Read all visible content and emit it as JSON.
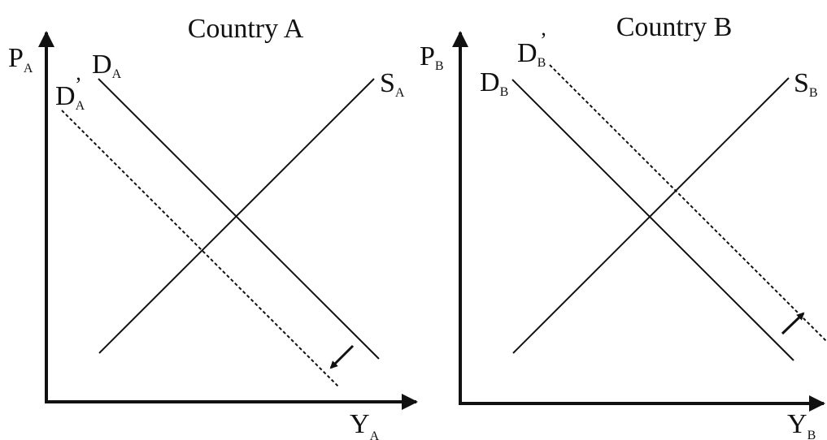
{
  "colors": {
    "ink": "#111111",
    "background": "#ffffff"
  },
  "panels": [
    {
      "title": "Country A",
      "price_axis": {
        "main": "P",
        "sub": "A"
      },
      "output_axis": {
        "main": "Y",
        "sub": "A"
      },
      "demand": {
        "main": "D",
        "sub": "A"
      },
      "demand_shifted": {
        "main": "D",
        "sub": "A",
        "prime": "’"
      },
      "supply": {
        "main": "S",
        "sub": "A"
      },
      "shift_direction": "left-down"
    },
    {
      "title": "Country B",
      "price_axis": {
        "main": "P",
        "sub": "B"
      },
      "output_axis": {
        "main": "Y",
        "sub": "B"
      },
      "demand": {
        "main": "D",
        "sub": "B"
      },
      "demand_shifted": {
        "main": "D",
        "sub": "B",
        "prime": "’"
      },
      "supply": {
        "main": "S",
        "sub": "B"
      },
      "shift_direction": "right-up"
    }
  ]
}
